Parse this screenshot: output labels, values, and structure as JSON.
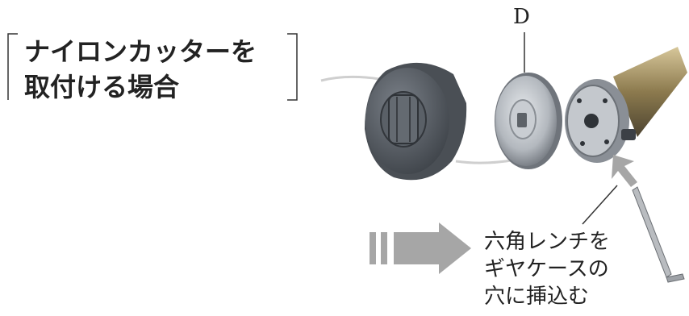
{
  "title": {
    "line1": "ナイロンカッターを",
    "line2": "取付ける場合"
  },
  "labels": {
    "part_d": "D"
  },
  "instruction": {
    "line1": "六角レンチを",
    "line2": "ギヤケースの",
    "line3": "穴に挿込む"
  },
  "colors": {
    "text": "#222222",
    "arrow": "#a6a6a6",
    "cutter_body": "#5c6168",
    "washer": "#b7bcc2"
  },
  "icons": {
    "direction_arrow": "arrow-right-icon",
    "insert_arrow": "arrow-up-left-icon",
    "hex_wrench": "hex-wrench-icon"
  }
}
